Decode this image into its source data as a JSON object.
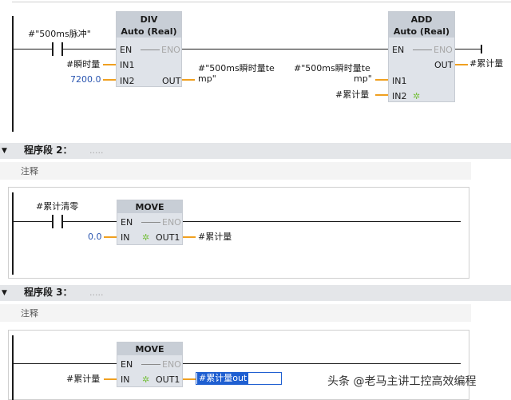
{
  "network1": {
    "contact_label": "#\"500ms脉冲\"",
    "div_block": {
      "name": "DIV",
      "type": "Auto (Real)",
      "en": "EN",
      "eno": "ENO",
      "in1": "IN1",
      "in2": "IN2",
      "out": "OUT"
    },
    "div_in1_operand": "#瞬时量",
    "div_in2_operand": "7200.0",
    "div_out_operand_l1": "#\"500ms瞬时量te",
    "div_out_operand_l2": "mp\"",
    "add_block": {
      "name": "ADD",
      "type": "Auto (Real)",
      "en": "EN",
      "eno": "ENO",
      "in1": "IN1",
      "in2": "IN2",
      "out": "OUT"
    },
    "add_in1_operand_l1": "#\"500ms瞬时量te",
    "add_in1_operand_l2": "mp\"",
    "add_in2_operand": "#累计量",
    "add_out_operand": "#累计量"
  },
  "network2": {
    "segment_label": "程序段 2：",
    "segment_comment_dots": ".....",
    "comment": "注释",
    "contact_label": "#累计清零",
    "move_block": {
      "name": "MOVE",
      "en": "EN",
      "eno": "ENO",
      "in": "IN",
      "out1": "OUT1"
    },
    "in_operand": "0.0",
    "out1_operand": "#累计量"
  },
  "network3": {
    "segment_label": "程序段 3：",
    "segment_comment_dots": ".....",
    "comment": "注释",
    "move_block": {
      "name": "MOVE",
      "en": "EN",
      "eno": "ENO",
      "in": "IN",
      "out1": "OUT1"
    },
    "in_operand": "#累计量",
    "out1_operand": "#累计量out"
  },
  "watermark": "头条 @老马主讲工控高效编程",
  "colors": {
    "wire": "#1a1a1a",
    "pin": "#f0a020",
    "block": "#dfe3e9",
    "block_header": "#c8ced6",
    "constant": "#2a55b0",
    "selection": "#1f5fd1",
    "segment_bar": "#e4e6e9"
  }
}
